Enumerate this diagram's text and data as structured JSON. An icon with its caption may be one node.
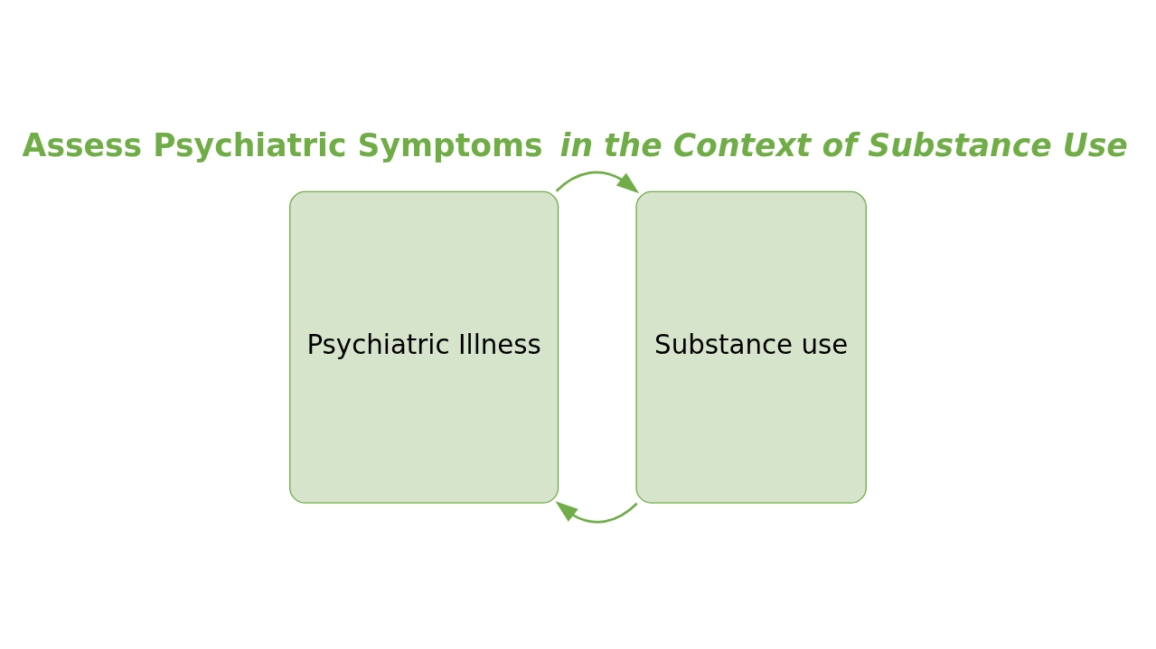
{
  "diagram": {
    "title": "Assess Psychiatric Symptoms *in the Context of Substance Use*",
    "nodes": [
      {
        "text": [
          "Psychiatric Illness"
        ]
      },
      {
        "text": [
          "Substance use"
        ]
      }
    ],
    "edges": [
      {
        "from": 0,
        "to": 1,
        "arrow": "to"
      },
      {
        "from": 1,
        "to": 0,
        "arrow": "to"
      }
    ]
  }
}
